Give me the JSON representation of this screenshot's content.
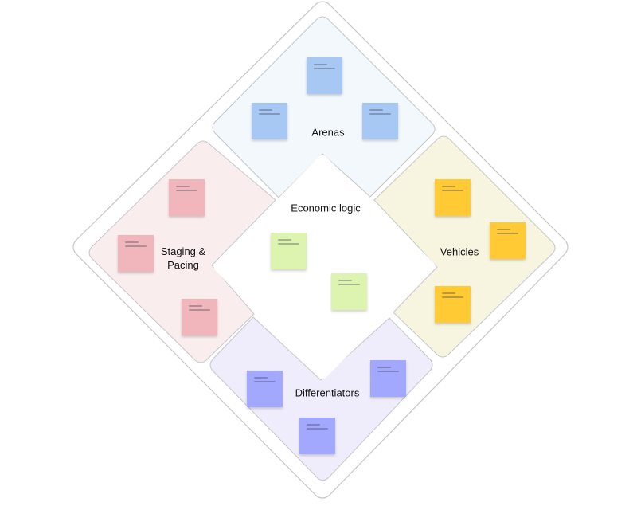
{
  "diagram": {
    "title": "",
    "center": {
      "label": "Economic logic",
      "color": "#ffffff"
    },
    "quadrants": [
      {
        "id": "arenas",
        "label": "Arenas",
        "color": "#f3f8fc",
        "sticky_color": "#a7c8f2"
      },
      {
        "id": "vehicles",
        "label": "Vehicles",
        "color": "#f7f4e0",
        "sticky_color": "#ffca33"
      },
      {
        "id": "differentiators",
        "label": "Differentiators",
        "color": "#efedfb",
        "sticky_color": "#a2a8fd"
      },
      {
        "id": "staging",
        "label": "Staging & Pacing",
        "label_lines": [
          "Staging &",
          "Pacing"
        ],
        "color": "#f9eded",
        "sticky_color": "#f0b6bc"
      }
    ],
    "center_sticky_color": "#ddf3b0",
    "outline_color": "#c4c6c8"
  }
}
